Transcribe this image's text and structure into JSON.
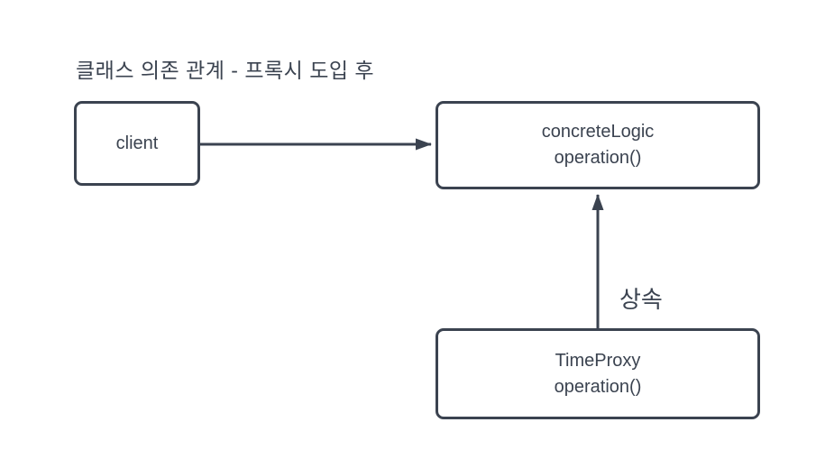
{
  "diagram": {
    "title": "클래스 의존 관계 - 프록시 도입 후",
    "nodes": [
      {
        "id": "client",
        "line1": "client",
        "line2": ""
      },
      {
        "id": "concreteLogic",
        "line1": "concreteLogic",
        "line2": "operation()"
      },
      {
        "id": "timeProxy",
        "line1": "TimeProxy",
        "line2": "operation()"
      }
    ],
    "edges": [
      {
        "from": "client",
        "to": "concreteLogic",
        "kind": "dependency-arrow",
        "label": ""
      },
      {
        "from": "timeProxy",
        "to": "concreteLogic",
        "kind": "inheritance-arrow",
        "label": "상속"
      }
    ]
  },
  "colors": {
    "stroke": "#3b4350",
    "background": "#ffffff",
    "node_fill": "#ffffff"
  }
}
